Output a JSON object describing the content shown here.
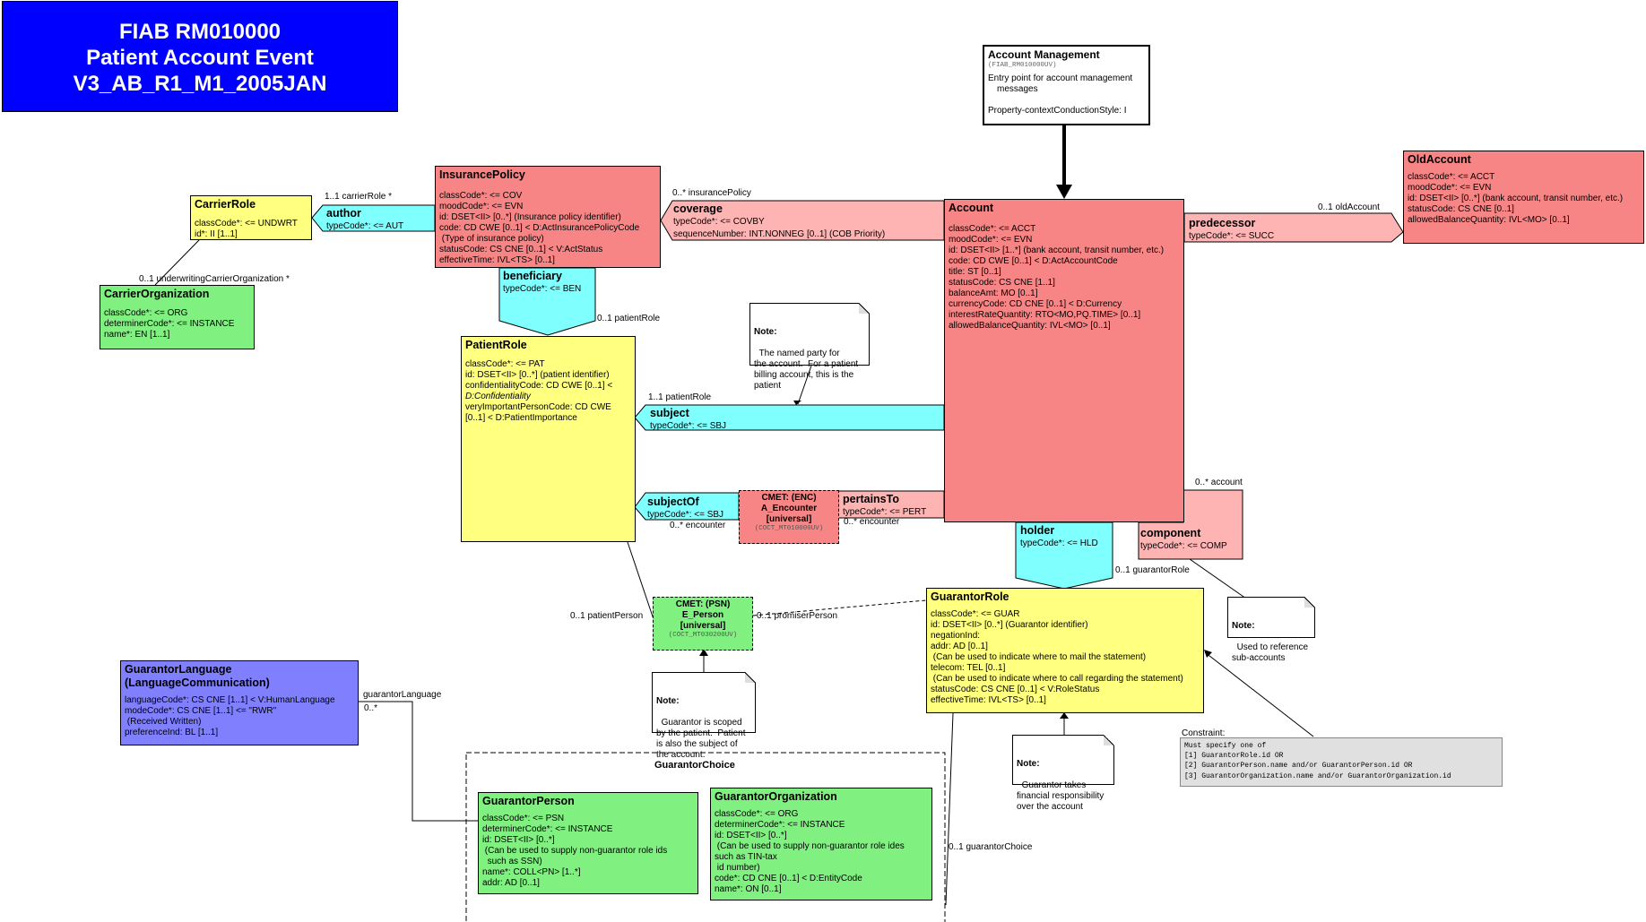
{
  "title": {
    "line1": "FIAB RM010000",
    "line2": "Patient Account Event",
    "line3": "V3_AB_R1_M1_2005JAN"
  },
  "entry_point": {
    "title": "Account Management",
    "id": "(FIAB_RM010000UV)",
    "desc1": "Entry point for account management",
    "desc2": "messages",
    "style": "Property-contextConductionStyle: I"
  },
  "insurance_policy": {
    "title": "InsurancePolicy",
    "rows": [
      "classCode*: <= COV",
      "moodCode*: <= EVN",
      "id: DSET<II> [0..*] (Insurance policy identifier)",
      "code: CD CWE [0..1] < D:ActInsurancePolicyCode",
      " (Type of insurance policy)",
      "statusCode: CS CNE [0..1] < V:ActStatus",
      "effectiveTime: IVL<TS> [0..1]"
    ]
  },
  "account": {
    "title": "Account",
    "rows": [
      "classCode*: <= ACCT",
      "moodCode*: <= EVN",
      "id: DSET<II> [1..*] (bank account, transit number, etc.)",
      "code: CD CWE [0..1] < D:ActAccountCode",
      "title: ST [0..1]",
      "statusCode: CS CNE [1..1]",
      "balanceAmt: MO [0..1]",
      "currencyCode: CD CNE [0..1] < D:Currency",
      "interestRateQuantity: RTO<MO,PQ.TIME> [0..1]",
      "allowedBalanceQuantity: IVL<MO> [0..1]"
    ]
  },
  "old_account": {
    "title": "OldAccount",
    "rows": [
      "classCode*: <= ACCT",
      "moodCode*: <= EVN",
      "id: DSET<II> [0..*] (bank account, transit number, etc.)",
      "statusCode: CS CNE [0..1]",
      "allowedBalanceQuantity: IVL<MO> [0..1]"
    ]
  },
  "carrier_role": {
    "title": "CarrierRole",
    "rows": [
      "classCode*: <= UNDWRT",
      "id*: II [1..1]"
    ]
  },
  "carrier_org": {
    "title": "CarrierOrganization",
    "rows": [
      "classCode*: <= ORG",
      "determinerCode*: <= INSTANCE",
      "name*: EN [1..1]"
    ]
  },
  "patient_role": {
    "title": "PatientRole",
    "rows": [
      "classCode*: <= PAT",
      "id: DSET<II> [0..*] (patient identifier)",
      "confidentialityCode: CD CWE [0..1] <",
      "D:Confidentiality",
      "veryImportantPersonCode: CD CWE",
      "[0..1] < D:PatientImportance"
    ]
  },
  "guarantor_role": {
    "title": "GuarantorRole",
    "rows": [
      "classCode*: <= GUAR",
      "id: DSET<II> [0..*] (Guarantor identifier)",
      "negationInd:",
      "addr: AD [0..1]",
      " (Can be used to indicate where to mail the statement)",
      "telecom: TEL [0..1]",
      " (Can be used to indicate where to call regarding the statement)",
      "statusCode: CS CNE [0..1] < V:RoleStatus",
      "effectiveTime: IVL<TS> [0..1]"
    ]
  },
  "guarantor_language": {
    "title1": "GuarantorLanguage",
    "title2": "(LanguageCommunication)",
    "rows": [
      "languageCode*: CS CNE [1..1] < V:HumanLanguage",
      "modeCode*: CS CNE [1..1] <= \"RWR\"",
      " (Received Written)",
      "preferenceInd: BL [1..1]"
    ]
  },
  "guarantor_choice": {
    "title": "GuarantorChoice"
  },
  "guarantor_person": {
    "title": "GuarantorPerson",
    "rows": [
      "classCode*: <= PSN",
      "determinerCode*: <= INSTANCE",
      "id: DSET<II> [0..*]",
      " (Can be used to supply non-guarantor role ids",
      "  such as SSN)",
      "name*: COLL<PN> [1..*]",
      "addr: AD [0..1]"
    ]
  },
  "guarantor_org": {
    "title": "GuarantorOrganization",
    "rows": [
      "classCode*: <= ORG",
      "determinerCode*: <= INSTANCE",
      "id: DSET<II> [0..*]",
      " (Can be used to supply non-guarantor role ides",
      "such as TIN-tax",
      " id number)",
      "code*: CD CNE [0..1] < D:EntityCode",
      "name*: ON [0..1]"
    ]
  },
  "cmet_encounter": {
    "l1": "CMET: (ENC)",
    "l2": "A_Encounter",
    "l3": "[universal]",
    "id": "(COCT_MT010000UV)"
  },
  "cmet_person": {
    "l1": "CMET: (PSN)",
    "l2": "E_Person",
    "l3": "[universal]",
    "id": "(COCT_MT030200UV)"
  },
  "arrows": {
    "coverage": {
      "name": "coverage",
      "code": "typeCode*: <= COVBY",
      "extra": "sequenceNumber: INT.NONNEG [0..1] (COB Priority)"
    },
    "author": {
      "name": "author",
      "code": "typeCode*: <= AUT"
    },
    "predecessor": {
      "name": "predecessor",
      "code": "typeCode*: <= SUCC"
    },
    "beneficiary": {
      "name": "beneficiary",
      "code": "typeCode*: <= BEN"
    },
    "subject": {
      "name": "subject",
      "code": "typeCode*: <= SBJ"
    },
    "subjectOf": {
      "name": "subjectOf",
      "code": "typeCode*: <= SBJ"
    },
    "pertainsTo": {
      "name": "pertainsTo",
      "code": "typeCode*: <= PERT"
    },
    "holder": {
      "name": "holder",
      "code": "typeCode*: <= HLD"
    },
    "component": {
      "name": "component",
      "code": "typeCode*: <= COMP"
    }
  },
  "labels": {
    "insurancePolicy": "0..* insurancePolicy",
    "oldAccount": "0..1 oldAccount",
    "carrierRole": "1..1 carrierRole  *",
    "underwriting": "0..1 underwritingCarrierOrganization  *",
    "patientRole1": "0..1 patientRole",
    "patientRole2": "1..1 patientRole",
    "encounter1": "0..* encounter",
    "encounter2": "0..* encounter",
    "account": "0..* account",
    "guarantorRole": "0..1 guarantorRole",
    "patientPerson": "0..1 patientPerson",
    "promiserPerson": "0..1 promiserPerson",
    "guarantorLanguage": "guarantorLanguage",
    "guarantorLanguageCard": "0..*",
    "guarantorChoice": "0..1 guarantorChoice"
  },
  "notes": {
    "named_party": {
      "title": "Note:",
      "text": "The named party for\nthe account.  For a patient\nbilling account, this is the\npatient"
    },
    "sub_accounts": {
      "title": "Note:",
      "text": "Used to reference\nsub-accounts"
    },
    "scoped": {
      "title": "Note:",
      "text": "Guarantor is scoped\nby the patient.  Patient\nis also the subject of\nthe account."
    },
    "financial": {
      "title": "Note:",
      "text": "Guarantor takes\nfinancial responsibility\nover the account"
    }
  },
  "constraint": {
    "title": "Constraint:",
    "lines": [
      "Must specify one of",
      "[1] GuarantorRole.id OR",
      "[2] GuarantorPerson.name and/or GuarantorPerson.id OR",
      "[3] GuarantorOrganization.name and/or GuarantorOrganization.id"
    ]
  },
  "colors": {
    "act": "#f88585",
    "role": "#ffff80",
    "entity": "#80f080",
    "language": "#8080ff",
    "arrow_cyan": "#80ffff",
    "arrow_pink": "#ffb4b4",
    "title_blue": "#0000ff"
  }
}
